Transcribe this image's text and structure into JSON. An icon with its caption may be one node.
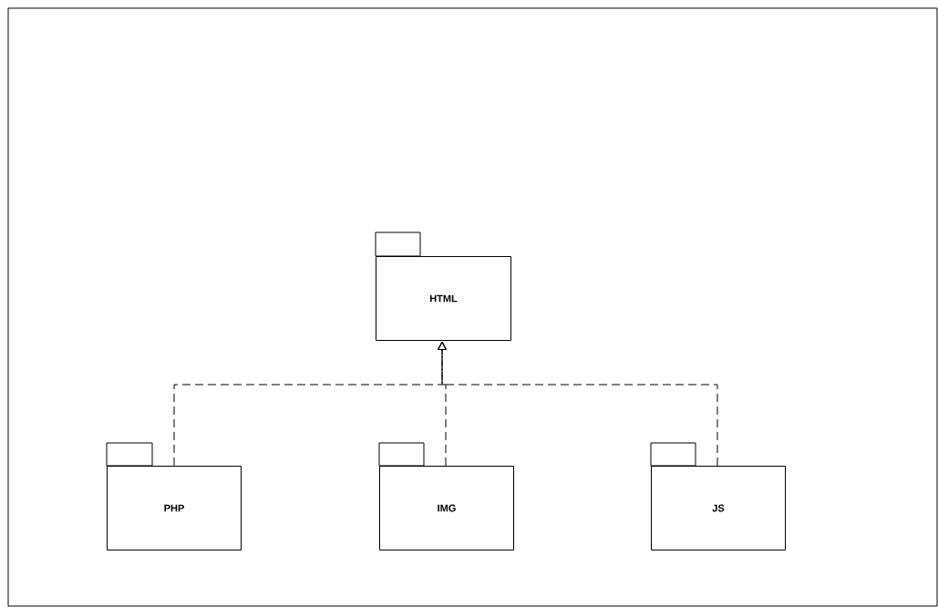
{
  "diagram": {
    "nodes": [
      {
        "text": [
          "HTML"
        ]
      },
      {
        "text": [
          "PHP"
        ]
      },
      {
        "text": [
          "IMG"
        ]
      },
      {
        "text": [
          "JS"
        ]
      }
    ],
    "edges": [
      {
        "from": 1,
        "to": 0,
        "arrow": "to",
        "style": "dashed"
      },
      {
        "from": 2,
        "to": 0,
        "arrow": "to",
        "style": "dashed"
      },
      {
        "from": 3,
        "to": 0,
        "arrow": "to",
        "style": "dashed"
      }
    ]
  }
}
